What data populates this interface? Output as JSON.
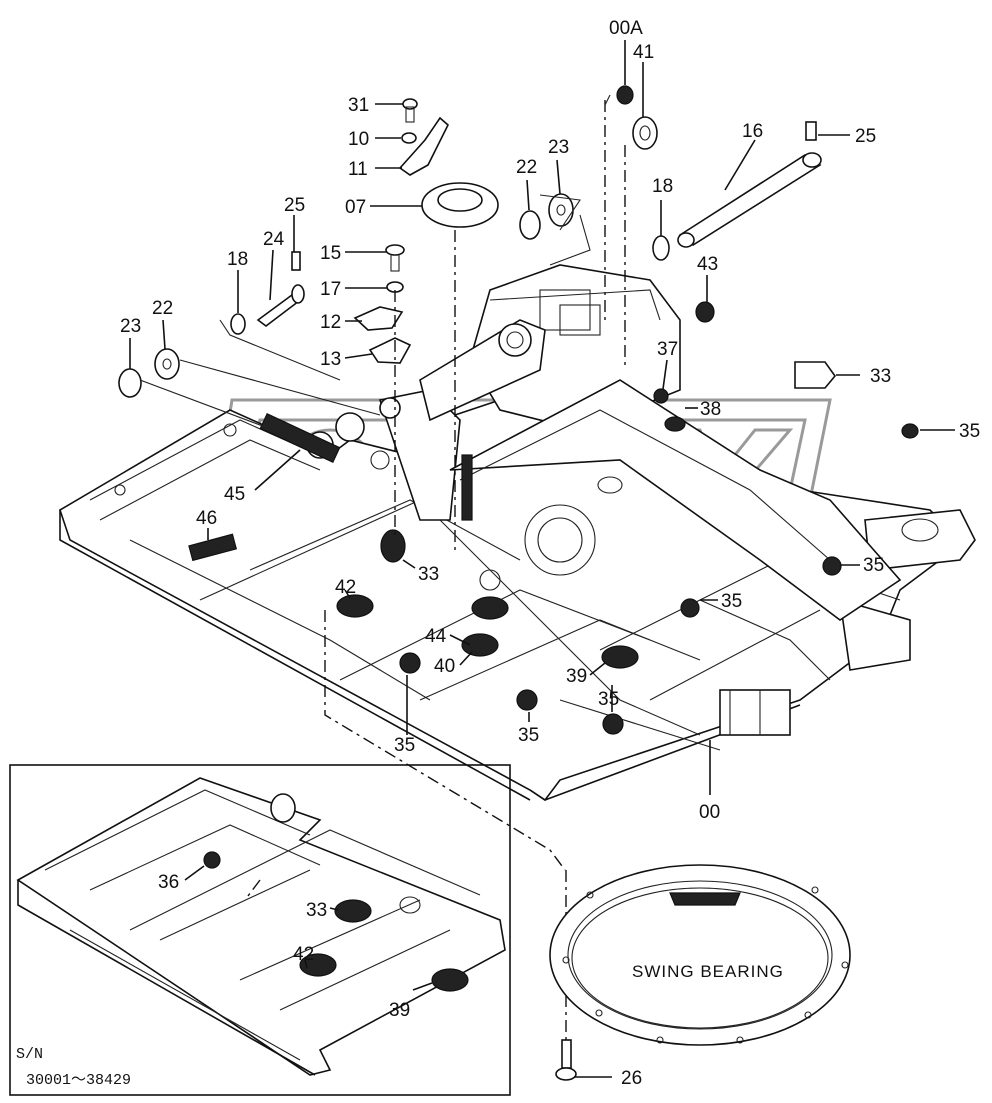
{
  "diagram": {
    "bearing_label": "SWING BEARING",
    "inset_serial_label": "S/N",
    "inset_serial_range": "30001～38429",
    "callouts": [
      {
        "id": "c-00a",
        "text": "00A"
      },
      {
        "id": "c-41",
        "text": "41"
      },
      {
        "id": "c-31",
        "text": "31"
      },
      {
        "id": "c-10",
        "text": "10"
      },
      {
        "id": "c-11",
        "text": "11"
      },
      {
        "id": "c-16",
        "text": "16"
      },
      {
        "id": "c-25a",
        "text": "25"
      },
      {
        "id": "c-23a",
        "text": "23"
      },
      {
        "id": "c-22a",
        "text": "22"
      },
      {
        "id": "c-07",
        "text": "07"
      },
      {
        "id": "c-25b",
        "text": "25"
      },
      {
        "id": "c-18a",
        "text": "18"
      },
      {
        "id": "c-24",
        "text": "24"
      },
      {
        "id": "c-18b",
        "text": "18"
      },
      {
        "id": "c-15",
        "text": "15"
      },
      {
        "id": "c-43",
        "text": "43"
      },
      {
        "id": "c-17",
        "text": "17"
      },
      {
        "id": "c-22b",
        "text": "22"
      },
      {
        "id": "c-23b",
        "text": "23"
      },
      {
        "id": "c-12",
        "text": "12"
      },
      {
        "id": "c-13",
        "text": "13"
      },
      {
        "id": "c-37",
        "text": "37"
      },
      {
        "id": "c-33a",
        "text": "33"
      },
      {
        "id": "c-38",
        "text": "38"
      },
      {
        "id": "c-35a",
        "text": "35"
      },
      {
        "id": "c-45",
        "text": "45"
      },
      {
        "id": "c-46",
        "text": "46"
      },
      {
        "id": "c-33b",
        "text": "33"
      },
      {
        "id": "c-35b",
        "text": "35"
      },
      {
        "id": "c-42a",
        "text": "42"
      },
      {
        "id": "c-35c",
        "text": "35"
      },
      {
        "id": "c-44",
        "text": "44"
      },
      {
        "id": "c-40",
        "text": "40"
      },
      {
        "id": "c-39a",
        "text": "39"
      },
      {
        "id": "c-35d",
        "text": "35"
      },
      {
        "id": "c-35e",
        "text": "35"
      },
      {
        "id": "c-35f",
        "text": "35"
      },
      {
        "id": "c-00",
        "text": "00"
      },
      {
        "id": "c-36",
        "text": "36"
      },
      {
        "id": "c-33c",
        "text": "33"
      },
      {
        "id": "c-42b",
        "text": "42"
      },
      {
        "id": "c-39b",
        "text": "39"
      },
      {
        "id": "c-26",
        "text": "26"
      }
    ]
  }
}
